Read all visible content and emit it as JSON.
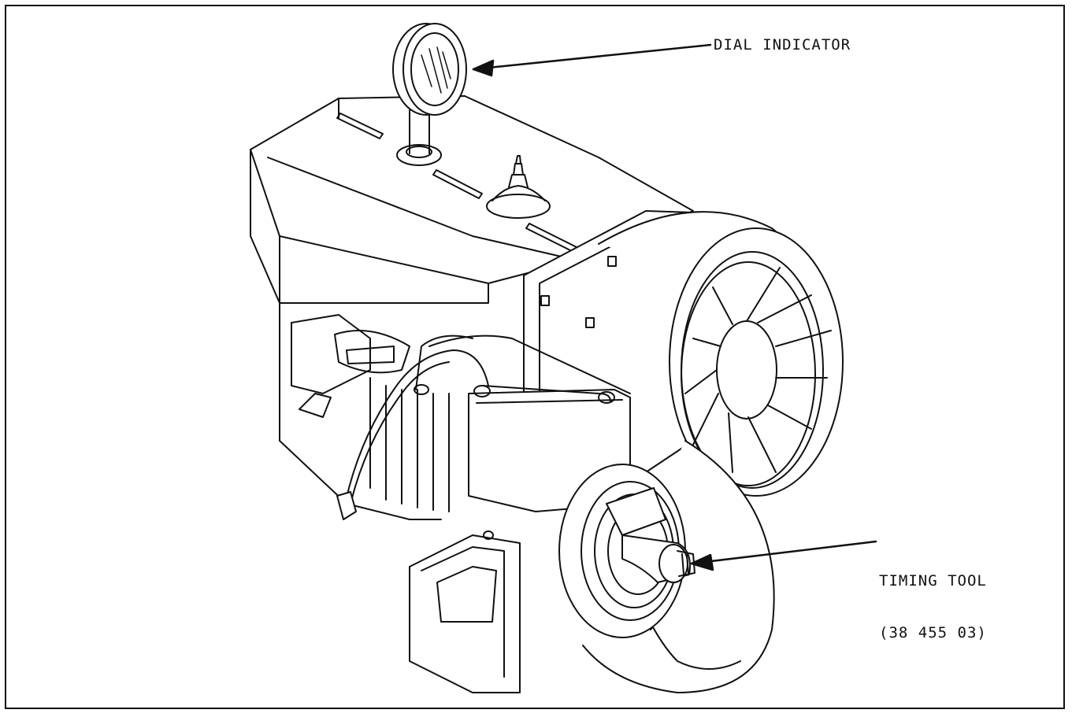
{
  "figure": {
    "callouts": {
      "dial_indicator": "DIAL INDICATOR",
      "timing_tool_line1": "TIMING TOOL",
      "timing_tool_line2": "(38 455 03)"
    },
    "line_color": "#111111",
    "background": "#ffffff"
  }
}
